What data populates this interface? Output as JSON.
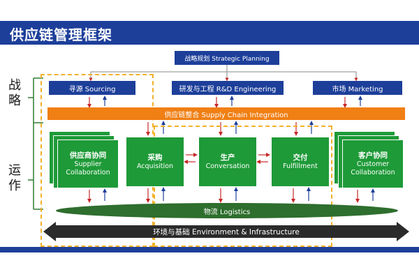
{
  "header": {
    "title": "供应链管理框架"
  },
  "side_labels": {
    "strategy": "战\n略",
    "operation": "运\n作"
  },
  "strategy": {
    "planning": "战略规划 Strategic Planning",
    "sourcing": "寻源  Sourcing",
    "rd": "研发与工程  R&D  Engineering",
    "marketing": "市场  Marketing"
  },
  "integration": "供应链整合  Supply Chain  Integration",
  "operations": {
    "supplier": {
      "cn": "供应商协同",
      "en1": "Supplier",
      "en2": "Collaboration"
    },
    "acquisition": {
      "cn": "采购",
      "en1": "Acquisition"
    },
    "conversation": {
      "cn": "生产",
      "en1": "Conversation"
    },
    "fulfillment": {
      "cn": "交付",
      "en1": "Fulfillment"
    },
    "customer": {
      "cn": "客户协同",
      "en1": "Customer",
      "en2": "Collaboration"
    }
  },
  "logistics": "物流   Logistics",
  "environment": "环境与基础   Environment  &  Infrastructure",
  "colors": {
    "banner": "#1d3f9a",
    "strategy_box": "#1d3f9a",
    "integration": "#f07f14",
    "operation_box": "#1e9a38",
    "logistics": "#2e6e2e",
    "environment": "#2b2b2b",
    "arrow_down": "#c62828",
    "arrow_up": "#1d3f9a",
    "dashed_outline": "#f2b12a"
  }
}
